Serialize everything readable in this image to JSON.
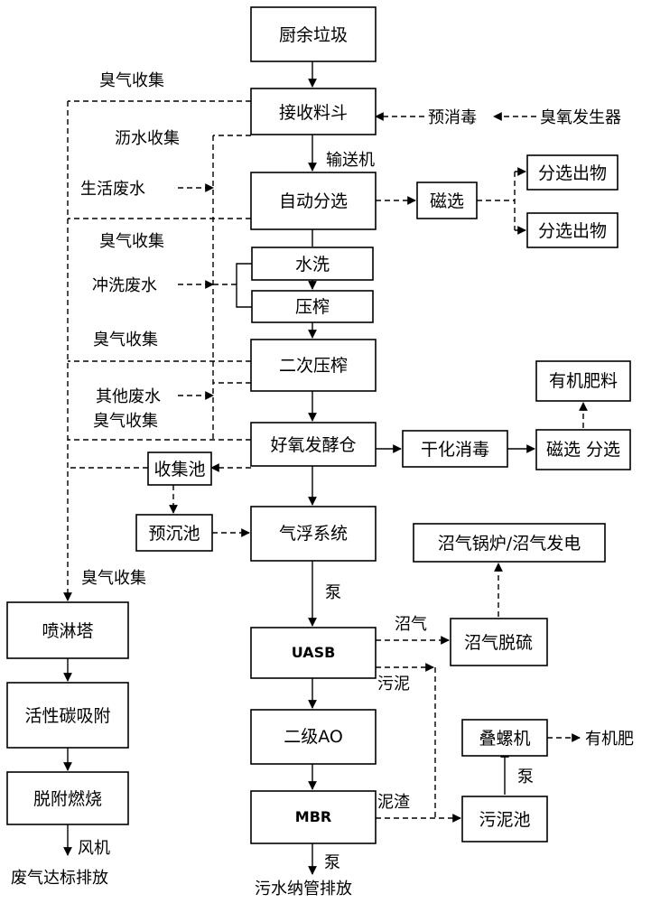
{
  "boxes": {
    "kitchen_waste": "厨余垃圾",
    "receiving_hopper": "接收料斗",
    "auto_sort": "自动分选",
    "magnetic": "磁选",
    "sort_out_1": "分选出物",
    "sort_out_2": "分选出物",
    "water_wash": "水洗",
    "press": "压榨",
    "secondary_press": "二次压榨",
    "aerobic_bin": "好氧发酵仓",
    "dry_disinfect": "干化消毒",
    "magnetic_sort": "磁选 分选",
    "organic_fertilizer": "有机肥料",
    "collection_pool": "收集池",
    "pre_settling": "预沉池",
    "flotation": "气浮系统",
    "biogas_boiler": "沼气锅炉/沼气发电",
    "uasb": "UASB",
    "biogas_desulfur": "沼气脱硫",
    "ao2": "二级AO",
    "screw_press": "叠螺机",
    "mbr": "MBR",
    "sludge_pool": "污泥池",
    "spray_tower": "喷淋塔",
    "activated_carbon": "活性碳吸附",
    "desorb_burn": "脱附燃烧"
  },
  "labels": {
    "odor_1": "臭气收集",
    "odor_2": "臭气收集",
    "odor_3": "臭气收集",
    "odor_4": "臭气收集",
    "odor_5": "臭气收集",
    "drain": "沥水收集",
    "domestic_ww": "生活废水",
    "rinse_ww": "冲洗废水",
    "other_ww": "其他废水",
    "pre_disinfect": "预消毒",
    "ozone_gen": "臭氧发生器",
    "conveyor": "输送机",
    "pump_1": "泵",
    "pump_2": "泵",
    "pump_3": "泵",
    "biogas": "沼气",
    "sludge": "污泥",
    "sludge_residue": "泥渣",
    "organic": "有机肥",
    "fan": "风机",
    "exhaust": "废气达标排放",
    "sewage": "污水纳管排放"
  }
}
